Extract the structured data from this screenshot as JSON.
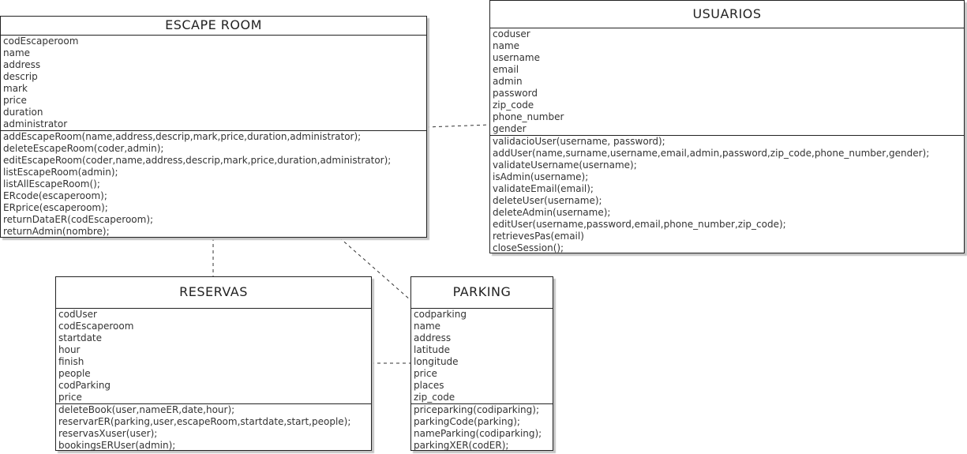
{
  "classes": {
    "escape_room": {
      "name": "ESCAPE ROOM",
      "attributes": [
        "codEscaperoom",
        "name",
        "address",
        "descrip",
        "mark",
        "price",
        "duration",
        "administrator"
      ],
      "operations": [
        "addEscapeRoom(name,address,descrip,mark,price,duration,administrator);",
        "deleteEscapeRoom(coder,admin);",
        "editEscapeRoom(coder,name,address,descrip,mark,price,duration,administrator);",
        "listEscapeRoom(admin);",
        "listAllEscapeRoom();",
        "ERcode(escaperoom);",
        "ERprice(escaperoom);",
        "returnDataER(codEscaperoom);",
        "returnAdmin(nombre);"
      ]
    },
    "usuarios": {
      "name": "USUARIOS",
      "attributes": [
        "coduser",
        "name",
        "username",
        "email",
        "admin",
        "password",
        "zip_code",
        "phone_number",
        "gender"
      ],
      "operations": [
        "validacioUser(username, password);",
        "addUser(name,surname,username,email,admin,password,zip_code,phone_number,gender);",
        "validateUsername(username);",
        "isAdmin(username);",
        "validateEmail(email);",
        "deleteUser(username);",
        "deleteAdmin(username);",
        "editUser(username,password,email,phone_number,zip_code);",
        "retrievesPas(email)",
        "closeSession();"
      ]
    },
    "reservas": {
      "name": "RESERVAS",
      "attributes": [
        "codUser",
        "codEscaperoom",
        "startdate",
        "hour",
        "finish",
        "people",
        "codParking",
        "price"
      ],
      "operations": [
        "deleteBook(user,nameER,date,hour);",
        "reservarER(parking,user,escapeRoom,startdate,start,people);",
        "reservasXuser(user);",
        "bookingsERUser(admin);"
      ]
    },
    "parking": {
      "name": "PARKING",
      "attributes": [
        "codparking",
        "name",
        "address",
        "latitude",
        "longitude",
        "price",
        "places",
        "zip_code"
      ],
      "operations": [
        "priceparking(codiparking);",
        "parkingCode(parking);",
        "nameParking(codiparking);",
        "parkingXER(codER);"
      ]
    }
  }
}
